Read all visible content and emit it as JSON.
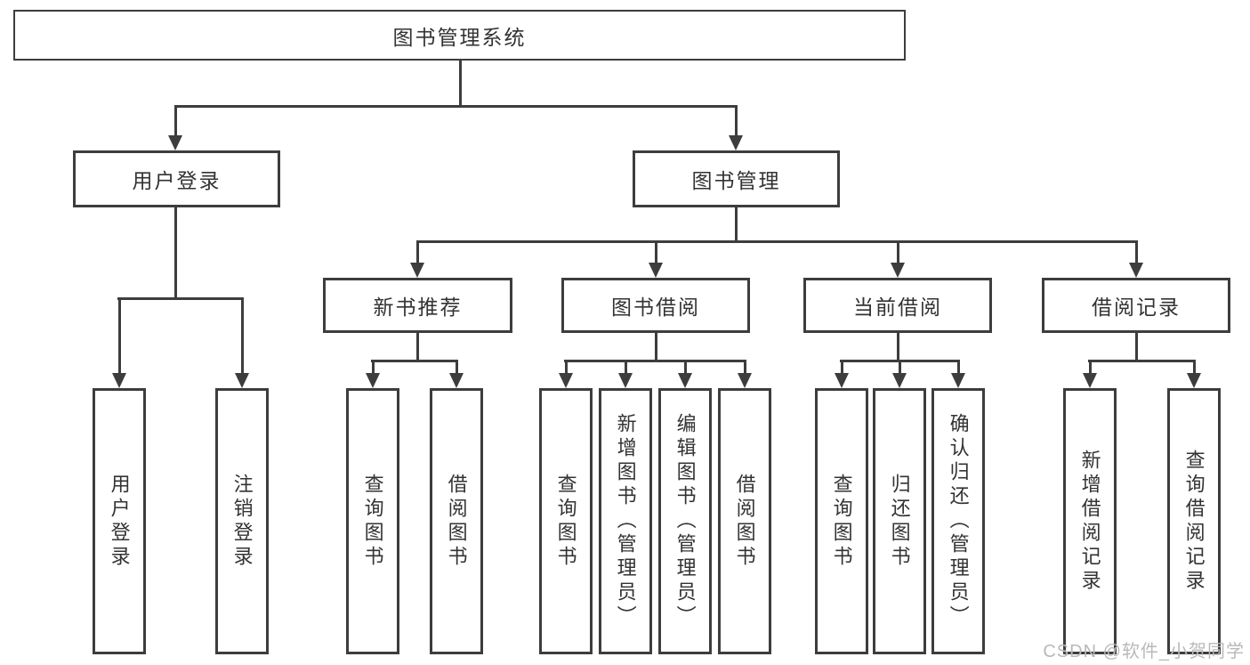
{
  "colors": {
    "background": "#ffffff",
    "line": "#3d3d3d",
    "box_border": "#3d3d3d",
    "text": "#333333",
    "watermark_text": "#b9b9b9"
  },
  "root": {
    "label": "图书管理系统"
  },
  "user": {
    "label": "用户登录",
    "children": [
      {
        "label": "用户登录"
      },
      {
        "label": "注销登录"
      }
    ]
  },
  "books": {
    "label": "图书管理",
    "groups": [
      {
        "label": "新书推荐",
        "children": [
          {
            "label": "查询图书"
          },
          {
            "label": "借阅图书"
          }
        ]
      },
      {
        "label": "图书借阅",
        "children": [
          {
            "label": "查询图书"
          },
          {
            "label": "新增图书（管理员）"
          },
          {
            "label": "编辑图书（管理员）"
          },
          {
            "label": "借阅图书"
          }
        ]
      },
      {
        "label": "当前借阅",
        "children": [
          {
            "label": "查询图书"
          },
          {
            "label": "归还图书"
          },
          {
            "label": "确认归还（管理员）"
          }
        ]
      },
      {
        "label": "借阅记录",
        "children": [
          {
            "label": "新增借阅记录"
          },
          {
            "label": "查询借阅记录"
          }
        ]
      }
    ]
  },
  "watermark": {
    "text": "CSDN @软件_小贺同学"
  }
}
